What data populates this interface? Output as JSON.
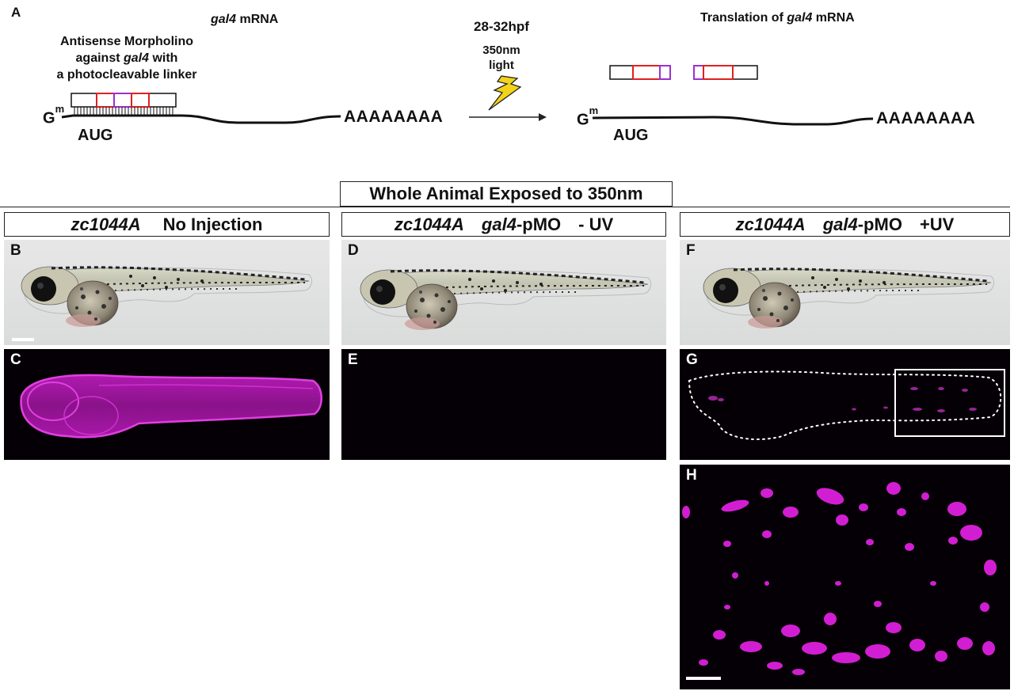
{
  "figure": {
    "panel_a": {
      "label": "A",
      "gal4_mrna_header": {
        "gene": "gal4",
        "rest": " mRNA"
      },
      "morpholino_text": {
        "line1": "Antisense Morpholino",
        "line2_pre": "against ",
        "line2_gene": "gal4",
        "line2_post": " with",
        "line3": "a photocleavable linker"
      },
      "cap_letter": "G",
      "cap_superscript": "m",
      "start_codon": "AUG",
      "poly_a": "AAAAAAAA",
      "stage": "28-32hpf",
      "light_line1": "350nm",
      "light_line2": "light",
      "translation_header": {
        "pre": "Translation of ",
        "gene": "gal4",
        "post": " mRNA"
      }
    },
    "exposure_title": "Whole Animal Exposed to 350nm",
    "conditions": [
      {
        "strain": "zc1044A",
        "treatment": "No Injection",
        "uv": ""
      },
      {
        "strain": "zc1044A",
        "gene": "gal4",
        "reagent": "-pMO",
        "uv": "- UV"
      },
      {
        "strain": "zc1044A",
        "gene": "gal4",
        "reagent": "-pMO",
        "uv": "+UV"
      }
    ],
    "panel_labels": {
      "b": "B",
      "c": "C",
      "d": "D",
      "e": "E",
      "f": "F",
      "g": "G",
      "h": "H"
    },
    "colors": {
      "fluorescence": "#d21ed2",
      "morpholino_red": "#e02020",
      "linker_purple": "#9b30d0",
      "lightning": "#f2d21a",
      "dark_bg": "#050005"
    },
    "icons": {
      "lightning": "lightning-bolt-icon",
      "arrow": "arrow-right-icon"
    }
  }
}
